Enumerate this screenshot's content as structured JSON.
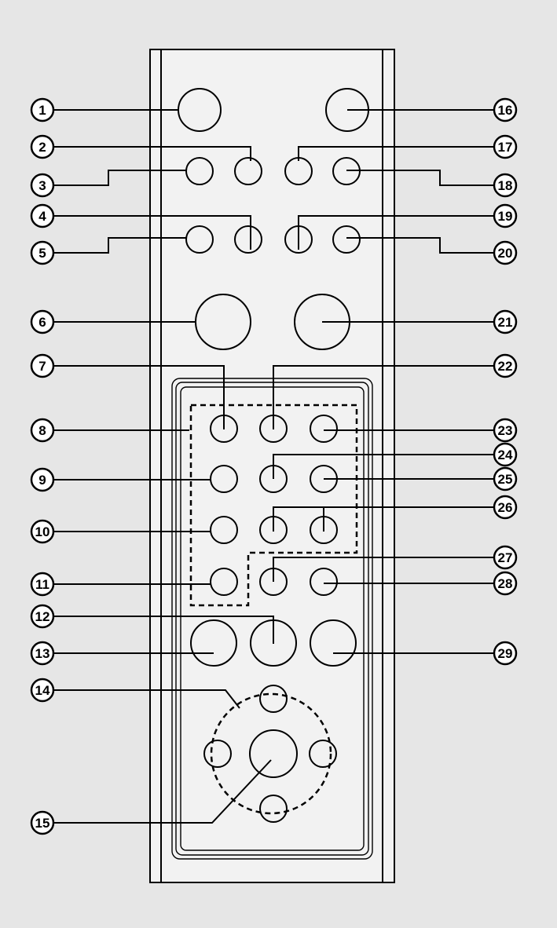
{
  "diagram": {
    "colors": {
      "background": "#e6e6e6",
      "remote_body": "#f2f2f2",
      "stroke": "#000000"
    },
    "callouts": [
      {
        "id": 1,
        "label": "1",
        "target": "large-button-top-left"
      },
      {
        "id": 2,
        "label": "2",
        "target": "small-button-row1-inner-left"
      },
      {
        "id": 3,
        "label": "3",
        "target": "small-button-row1-outer-left"
      },
      {
        "id": 4,
        "label": "4",
        "target": "small-button-row2-inner-left"
      },
      {
        "id": 5,
        "label": "5",
        "target": "small-button-row2-outer-left"
      },
      {
        "id": 6,
        "label": "6",
        "target": "large-button-mid-left"
      },
      {
        "id": 7,
        "label": "7",
        "target": "keypad-r1-c1"
      },
      {
        "id": 8,
        "label": "8",
        "target": "keypad-dashed-group"
      },
      {
        "id": 9,
        "label": "9",
        "target": "keypad-r2-c1"
      },
      {
        "id": 10,
        "label": "10",
        "target": "keypad-r3-c1"
      },
      {
        "id": 11,
        "label": "11",
        "target": "keypad-r4-c1"
      },
      {
        "id": 12,
        "label": "12",
        "target": "big-button-center"
      },
      {
        "id": 13,
        "label": "13",
        "target": "big-button-left"
      },
      {
        "id": 14,
        "label": "14",
        "target": "navigation-ring"
      },
      {
        "id": 15,
        "label": "15",
        "target": "navigation-center-button"
      },
      {
        "id": 16,
        "label": "16",
        "target": "large-button-top-right"
      },
      {
        "id": 17,
        "label": "17",
        "target": "small-button-row1-inner-right"
      },
      {
        "id": 18,
        "label": "18",
        "target": "small-button-row1-outer-right"
      },
      {
        "id": 19,
        "label": "19",
        "target": "small-button-row2-inner-right"
      },
      {
        "id": 20,
        "label": "20",
        "target": "small-button-row2-outer-right"
      },
      {
        "id": 21,
        "label": "21",
        "target": "large-button-mid-right"
      },
      {
        "id": 22,
        "label": "22",
        "target": "keypad-r1-c2"
      },
      {
        "id": 23,
        "label": "23",
        "target": "keypad-r1-c3"
      },
      {
        "id": 24,
        "label": "24",
        "target": "keypad-r2-c2"
      },
      {
        "id": 25,
        "label": "25",
        "target": "keypad-r2-c3"
      },
      {
        "id": 26,
        "label": "26",
        "target": "keypad-r3-c2-c3"
      },
      {
        "id": 27,
        "label": "27",
        "target": "keypad-r4-c2"
      },
      {
        "id": 28,
        "label": "28",
        "target": "keypad-r4-c3"
      },
      {
        "id": 29,
        "label": "29",
        "target": "big-button-right"
      }
    ]
  }
}
